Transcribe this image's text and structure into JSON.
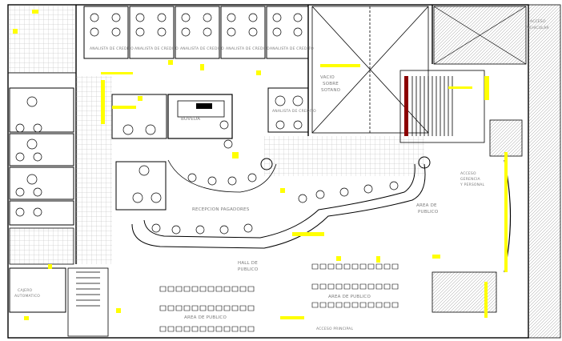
{
  "labels": {
    "analista_1": "ANALISTA DE CREDITO",
    "analista_2": "ANALISTA DE CREDITO",
    "analista_3": "ANALISTA DE CREDITO",
    "analista_4": "ANALISTA DE CREDITO",
    "analista_5": "ANALISTA DE CREDITO",
    "analista_6": "ANALISTA DE CREDITO",
    "vacio_1": "VACIO",
    "vacio_2": "SOBRE",
    "vacio_3": "SOTANO",
    "acceso_veh_1": "ACCESO",
    "acceso_veh_2": "VEHICULAR",
    "boveda": "BOVEDA",
    "recepcion": "RECEPCION PAGADORES",
    "area_publico_r1": "AREA DE",
    "area_publico_r2": "PUBLICO",
    "acceso_gerencia_1": "ACCESO",
    "acceso_gerencia_2": "GERENCIA",
    "acceso_gerencia_3": "Y PERSONAL",
    "hall_1": "HALL DE",
    "hall_2": "PUBLICO",
    "area_publico_b": "AREA DE PUBLICO",
    "area_publico_c": "AREA DE PUBLICO",
    "cajero_1": "CAJERO",
    "cajero_2": "AUTOMATICO",
    "acceso_principal": "ACCESO PRINCIPAL"
  },
  "colors": {
    "line": "#000000",
    "annotation": "#ffff00",
    "text": "#7a7a7a",
    "hatch": "#9a9a9a",
    "wall_dark": "#8b0000"
  }
}
